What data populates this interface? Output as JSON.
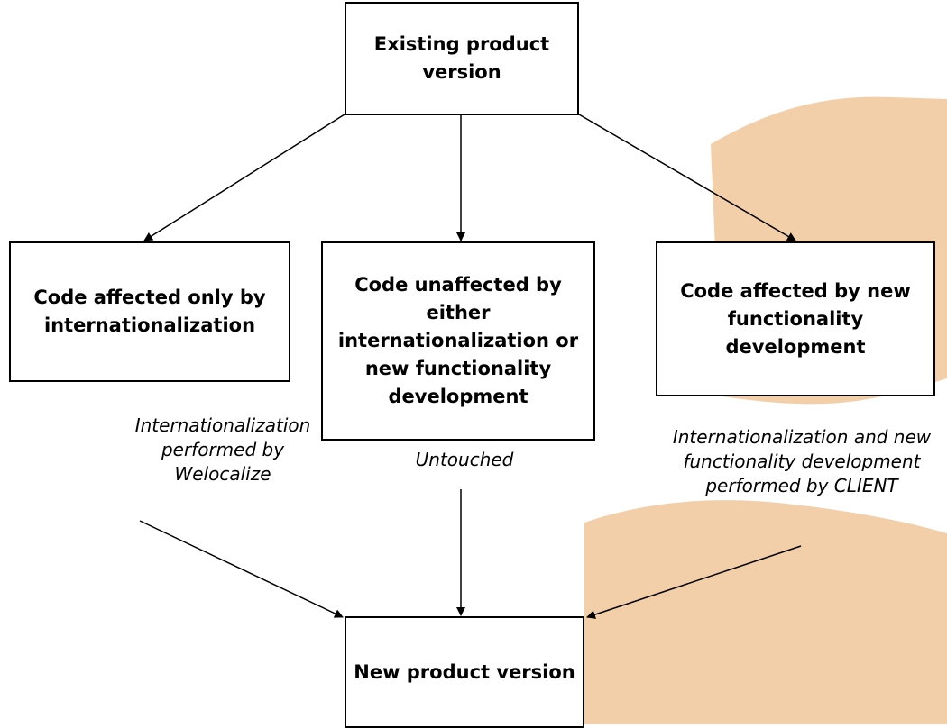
{
  "background": {
    "watermark_color": "#f2cfa9"
  },
  "boxes": {
    "existing_version": "Existing product version",
    "affected_only_intl": "Code affected only by internationalization",
    "unaffected": "Code unaffected by either internationalization or new functionality development",
    "affected_new_func": "Code affected by new functionality development",
    "new_version": "New product version"
  },
  "notes": {
    "welocalize": "Internationalization performed by Welocalize",
    "untouched": "Untouched",
    "client": "Internationalization and new functionality development performed by CLIENT"
  }
}
